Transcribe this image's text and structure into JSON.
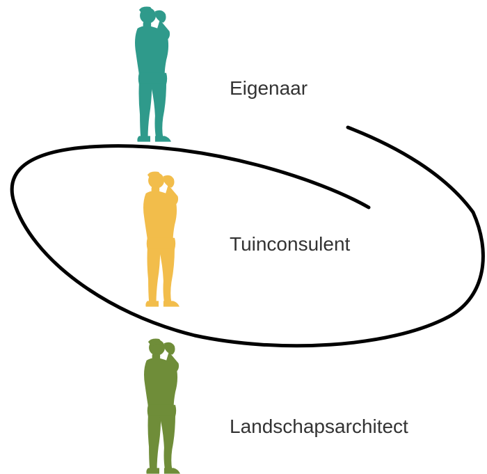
{
  "roles": [
    {
      "label": "Eigenaar",
      "color": "#2f9a8b",
      "icon": "person-silhouette-icon"
    },
    {
      "label": "Tuinconsulent",
      "color": "#f2bd4b",
      "icon": "person-silhouette-icon"
    },
    {
      "label": "Landschapsarchitect",
      "color": "#6f8d39",
      "icon": "person-silhouette-icon"
    }
  ],
  "highlight": {
    "shape": "hand-drawn-loop",
    "color": "#000000",
    "encircles": "Tuinconsulent"
  }
}
